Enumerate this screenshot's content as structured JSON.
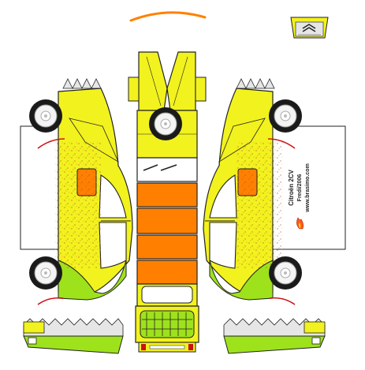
{
  "credits": {
    "model_name": "Citroën 2CV",
    "author": "Fredi/2006",
    "website": "www.brasimo.com"
  },
  "colors": {
    "body_yellow": "#f2f21e",
    "body_yellow_dark": "#d6cf14",
    "accent_green": "#9ee21c",
    "panel_orange": "#ff8000",
    "stroke": "#222222",
    "glue_tab": "#e0e0e0",
    "rust_speckle": "#c8682a",
    "red_arch": "#cc1111",
    "tyre": "#1a1a1a",
    "hub": "#f4f4f4"
  },
  "icons": {
    "logo_badge": "citroen-chevron-icon",
    "flame": "flame-icon"
  }
}
